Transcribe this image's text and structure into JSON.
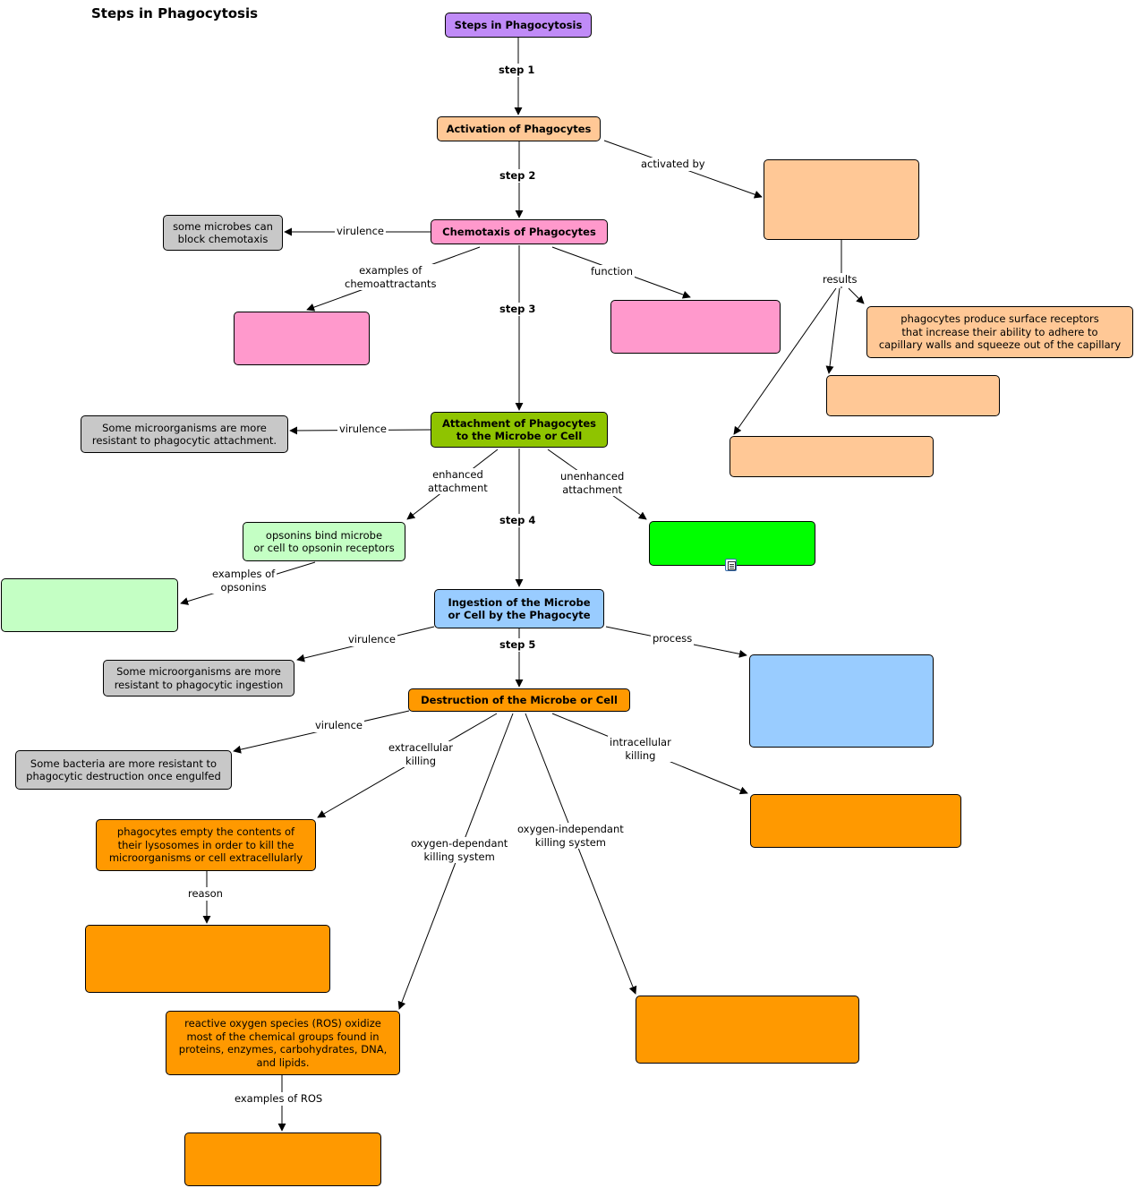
{
  "page": {
    "title": "Steps in Phagocytosis"
  },
  "colors": {
    "purple": "#c08bf7",
    "peach": "#ffc896",
    "pink": "#ff99cc",
    "gray": "#c8c8c8",
    "olive_green": "#8fc400",
    "light_green": "#c4ffc4",
    "bright_green": "#00ff00",
    "light_blue": "#99ccff",
    "orange": "#ff9900"
  },
  "nodes": {
    "root": "Steps in Phagocytosis",
    "activation": "Activation of Phagocytes",
    "activated_by_target": "",
    "surface_receptors": "phagocytes produce surface receptors\nthat increase their ability to adhere to\ncapillary walls and squeeze out of the capillary",
    "result_2": "",
    "result_3": "",
    "chemotaxis": "Chemotaxis of Phagocytes",
    "chemotaxis_virulence": "some microbes can\nblock chemotaxis",
    "chemoattractants": "",
    "chemotaxis_function": "",
    "attachment": "Attachment of  Phagocytes\nto the Microbe or Cell",
    "attachment_virulence": "Some microorganisms are more\nresistant to phagocytic attachment.",
    "opsonins": "opsonins bind microbe\nor cell to opsonin receptors",
    "opsonin_examples": "",
    "unenhanced": "",
    "ingestion": "Ingestion of the Microbe\nor Cell by the Phagocyte",
    "ingestion_virulence": "Some microorganisms are more\nresistant to phagocytic ingestion",
    "ingestion_process": "",
    "destruction": "Destruction of the Microbe or Cell",
    "destruction_virulence": "Some bacteria are more resistant to\nphagocytic destruction once engulfed",
    "intracellular": "",
    "extracellular": "phagocytes empty the contents of\ntheir lysosomes in order to kill the\nmicroorganisms or cell extracellularly",
    "extracellular_reason": "",
    "ros": "reactive oxygen species (ROS) oxidize\nmost of the chemical groups found in\nproteins, enzymes, carbohydrates, DNA,\nand lipids.",
    "oxygen_independent": "",
    "ros_examples": ""
  },
  "links": {
    "step1": "step 1",
    "step2": "step 2",
    "step3": "step 3",
    "step4": "step 4",
    "step5": "step 5",
    "activated_by": "activated by",
    "results": "results",
    "virulence_chemotaxis": "virulence",
    "examples_chemoattractants": "examples of\nchemoattractants",
    "function": "function",
    "virulence_attachment": "virulence",
    "enhanced_attachment": "enhanced\nattachment",
    "unenhanced_attachment": "unenhanced\nattachment",
    "examples_opsonins": "examples of\nopsonins",
    "virulence_ingestion": "virulence",
    "process": "process",
    "virulence_destruction": "virulence",
    "extracellular_killing": "extracellular\nkilling",
    "intracellular_killing": "intracellular\nkilling",
    "oxygen_dependant": "oxygen-dependant\nkilling system",
    "oxygen_independant": "oxygen-independant\nkilling system",
    "reason": "reason",
    "examples_ros": "examples of ROS"
  },
  "icons": {
    "note": "note-icon"
  }
}
